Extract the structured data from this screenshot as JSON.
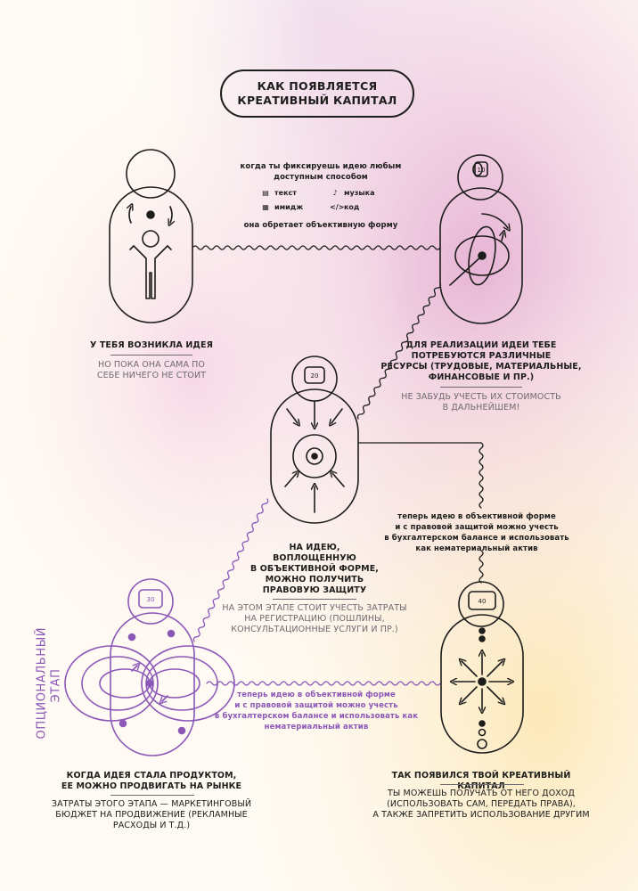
{
  "title": {
    "line1": "КАК ПОЯВЛЯЕТСЯ",
    "line2": "КРЕАТИВНЫЙ КАПИТАЛ"
  },
  "fix_note": {
    "line1": "когда ты фиксируешь идею любым",
    "line2": "доступным способом",
    "media": [
      "текст",
      "музыка",
      "имидж",
      "код"
    ],
    "result": "она обретает объективную форму"
  },
  "stage1": {
    "heading": "У ТЕБЯ ВОЗНИКЛА ИДЕЯ",
    "note1": "НО ПОКА ОНА САМА ПО",
    "note2": "СЕБЕ НИЧЕГО НЕ СТОИТ"
  },
  "stage2": {
    "coin": "10",
    "heading1": "ДЛЯ РЕАЛИЗАЦИИ ИДЕИ  ТЕБЕ",
    "heading2": "ПОТРЕБУЮТСЯ РАЗЛИЧНЫЕ",
    "heading3": "РЕСУРСЫ (ТРУДОВЫЕ, МАТЕРИАЛЬНЫЕ,",
    "heading4": "ФИНАНСОВЫЕ И ПР.)",
    "note1": "НЕ ЗАБУДЬ УЧЕСТЬ ИХ СТОИМОСТЬ",
    "note2": "В ДАЛЬНЕЙШЕМ!"
  },
  "stage3": {
    "coin": "20",
    "heading1": "НА ИДЕЮ,",
    "heading2": "ВОПЛОЩЕННУЮ",
    "heading3": "В ОБЪЕКТИВНОЙ ФОРМЕ,",
    "heading4": "МОЖНО ПОЛУЧИТЬ",
    "heading5": "ПРАВОВУЮ ЗАЩИТУ",
    "note1": "НА ЭТОМ ЭТАПЕ СТОИТ УЧЕСТЬ ЗАТРАТЫ",
    "note2": "НА РЕГИСТРАЦИЮ (ПОШЛИНЫ,",
    "note3": "КОНСУЛЬТАЦИОННЫЕ УСЛУГИ И ПР.)"
  },
  "asset_note": {
    "line1": "теперь идею в объективной форме",
    "line2": "и с правовой защитой можно учесть",
    "line3": "в бухгалтерском балансе и использовать",
    "line4": "как нематериальный актив"
  },
  "asset_note_purple": {
    "line1": "теперь идею в объективной форме",
    "line2": "и с правовой защитой можно учесть",
    "line3": "в бухгалтерском балансе и использовать как",
    "line4": "нематериальный актив"
  },
  "stage4": {
    "coin": "30",
    "label1": "ОПЦИОНАЛЬНЫЙ",
    "label2": "ЭТАП",
    "heading1": "КОГДА ИДЕЯ СТАЛА ПРОДУКТОМ,",
    "heading2": "ЕЕ МОЖНО ПРОДВИГАТЬ НА РЫНКЕ",
    "note1": "ЗАТРАТЫ ЭТОГО ЭТАПА — МАРКЕТИНГОВЫЙ",
    "note2": "БЮДЖЕТ НА ПРОДВИЖЕНИЕ (РЕКЛАМНЫЕ",
    "note3": "РАСХОДЫ И Т.Д.)"
  },
  "stage5": {
    "coin": "40",
    "heading": "ТАК ПОЯВИЛСЯ ТВОЙ КРЕАТИВНЫЙ КАПИТАЛ",
    "note1": "ТЫ МОЖЕШЬ ПОЛУЧАТЬ ОТ НЕГО ДОХОД",
    "note2": "(ИСПОЛЬЗОВАТЬ САМ, ПЕРЕДАТЬ ПРАВА),",
    "note3": "А ТАКЖЕ ЗАПРЕТИТЬ ИСПОЛЬЗОВАНИЕ ДРУГИМ"
  },
  "colors": {
    "ink": "#1d1d1b",
    "purple": "#8b58b8",
    "gray": "#6f6a70",
    "pink_glow": "#e7b8d8",
    "yellow_glow": "#fbe9b8"
  },
  "icons": [
    "file-icon",
    "music-note-icon",
    "image-icon",
    "code-icon",
    "coin-stack-icon"
  ]
}
